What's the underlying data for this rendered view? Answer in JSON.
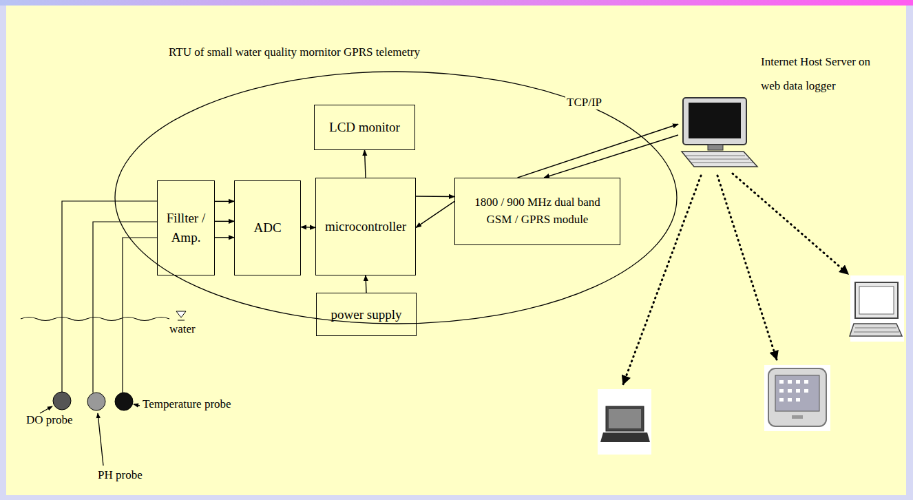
{
  "diagram": {
    "nodes": [
      {
        "text": [
          "RTU of small water quality mornitor GPRS telemetry"
        ]
      },
      {
        "text": [
          "Fillter / Amp."
        ],
        "in": 0
      },
      {
        "text": [
          "ADC"
        ],
        "in": 0
      },
      {
        "text": [
          "microcontroller"
        ],
        "in": 0
      },
      {
        "text": [
          "LCD monitor"
        ],
        "in": 0
      },
      {
        "text": [
          "power supply"
        ],
        "in": 0
      },
      {
        "text": [
          "1800 / 900 MHz dual band GSM / GPRS module"
        ],
        "in": 0
      },
      {
        "text": [
          "Internet Host Server on web data logger"
        ]
      }
    ],
    "edges": [
      {
        "from": 1,
        "to": 2,
        "arrow": "to"
      },
      {
        "from": 1,
        "to": 2,
        "arrow": "to"
      },
      {
        "from": 1,
        "to": 2,
        "arrow": "to"
      },
      {
        "from": 2,
        "to": 3,
        "arrow": "both"
      },
      {
        "from": 3,
        "to": 4,
        "arrow": "to"
      },
      {
        "from": 5,
        "to": 3,
        "arrow": "to"
      },
      {
        "from": 3,
        "to": 6,
        "arrow": "to"
      },
      {
        "from": 6,
        "to": 3,
        "arrow": "to"
      },
      {
        "from": 6,
        "to": 7,
        "label": "TCP/IP",
        "arrow": "to"
      },
      {
        "from": 7,
        "to": 6,
        "arrow": "to"
      }
    ],
    "labels": [
      "water",
      "DO probe",
      "PH probe",
      "Temperature probe"
    ]
  }
}
